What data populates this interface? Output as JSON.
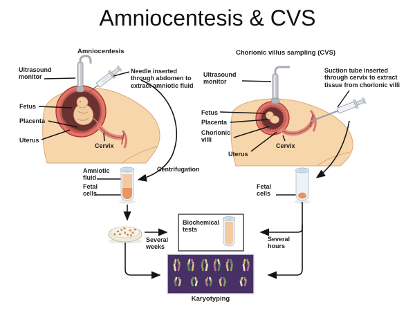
{
  "title": "Amniocentesis & CVS",
  "amnio": {
    "heading": "Amniocentesis",
    "ultrasound_monitor": "Ultrasound monitor",
    "needle_note": "Needle inserted through abdomen to extract amniotic fluid",
    "fetus": "Fetus",
    "placenta": "Placenta",
    "uterus": "Uterus",
    "cervix": "Cervix",
    "amniotic_fluid": "Amniotic fluid",
    "fetal_cells": "Fetal cells",
    "several_weeks": "Several weeks"
  },
  "cvs": {
    "heading": "Chorionic villus sampling (CVS)",
    "ultrasound_monitor": "Ultrasound monitor",
    "suction_note": "Suction tube inserted through cervix to extract tissue from chorionic villi",
    "fetus": "Fetus",
    "placenta": "Placenta",
    "chorionic_villi": "Chorionic villi",
    "uterus": "Uterus",
    "cervix": "Cervix",
    "fetal_cells": "Fetal cells",
    "several_hours": "Several hours"
  },
  "process": {
    "centrifugation": "Centrifugation",
    "biochemical_tests": "Biochemical tests",
    "karyotyping": "Karyotyping"
  },
  "colors": {
    "skin": "#f6d6aa",
    "skin_edge": "#dba87c",
    "uterus_ring": "#e2756b",
    "uterus_mid": "#c85c52",
    "amniotic_sac": "#6b3231",
    "fetus_skin": "#f2cba1",
    "amniotic_fluid": "#f5c9a0",
    "fetal_cells": "#e8955f",
    "glass": "#edf3f8",
    "karyotype_bg": "#463064",
    "chromosome_palette": [
      "#d9c76f",
      "#8aa259",
      "#eadfc4",
      "#c06f99",
      "#5d8a5f"
    ]
  }
}
